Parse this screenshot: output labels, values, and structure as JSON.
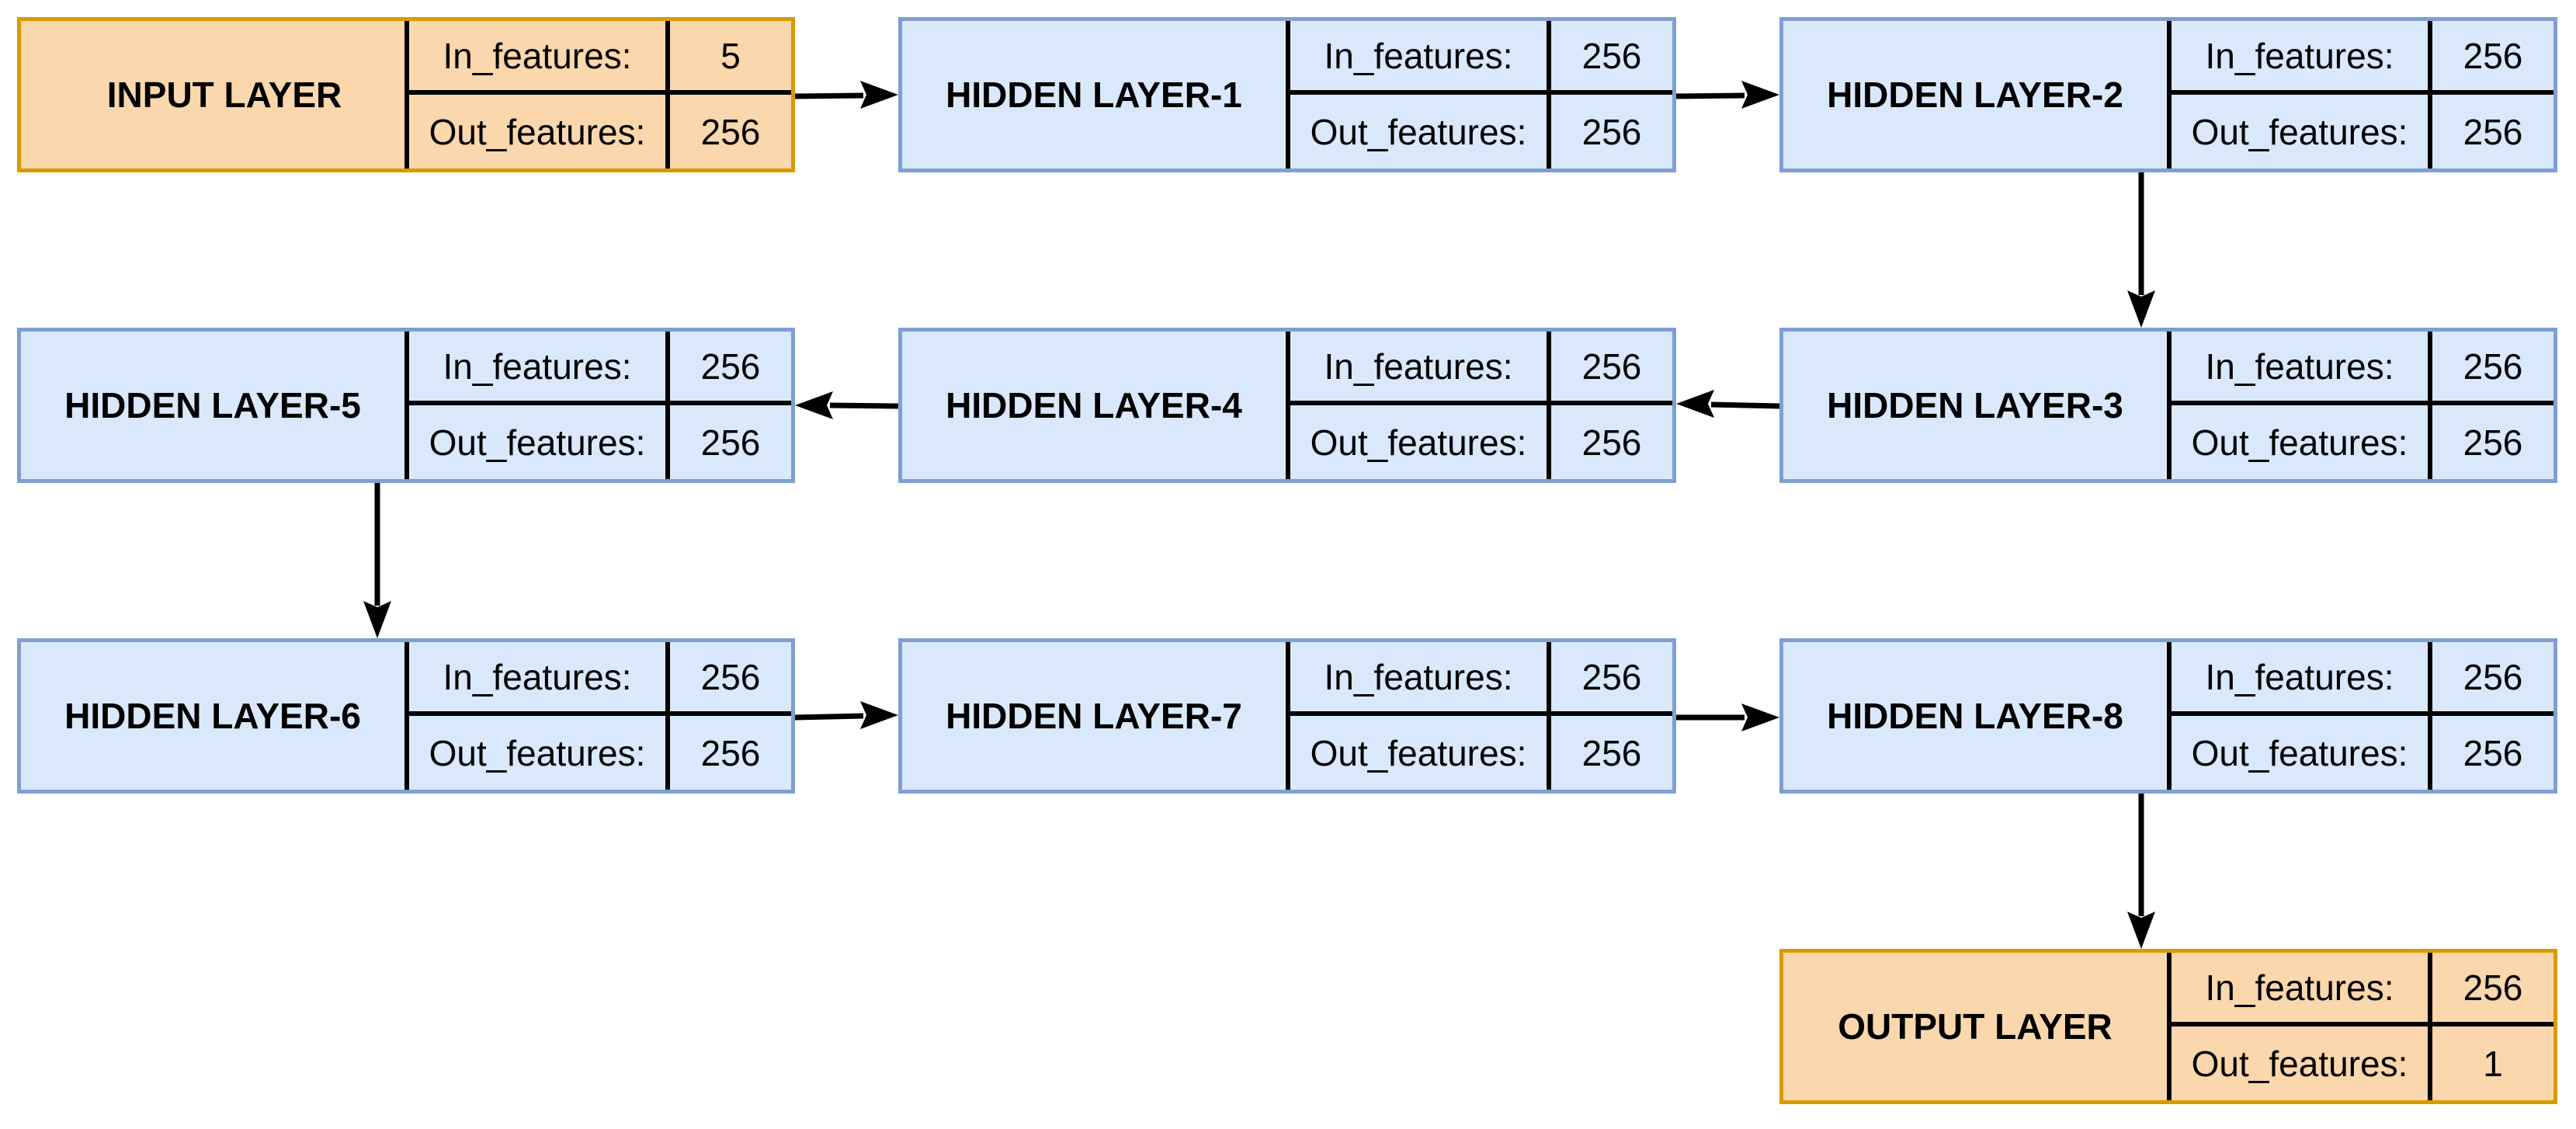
{
  "diagram": {
    "layers": [
      {
        "id": "input",
        "kind": "input",
        "name": "INPUT LAYER",
        "in_label": "In_features:",
        "in_value": "5",
        "out_label": "Out_features:",
        "out_value": "256"
      },
      {
        "id": "hidden-1",
        "kind": "hidden",
        "name": "HIDDEN LAYER-1",
        "in_label": "In_features:",
        "in_value": "256",
        "out_label": "Out_features:",
        "out_value": "256"
      },
      {
        "id": "hidden-2",
        "kind": "hidden",
        "name": "HIDDEN LAYER-2",
        "in_label": "In_features:",
        "in_value": "256",
        "out_label": "Out_features:",
        "out_value": "256"
      },
      {
        "id": "hidden-3",
        "kind": "hidden",
        "name": "HIDDEN LAYER-3",
        "in_label": "In_features:",
        "in_value": "256",
        "out_label": "Out_features:",
        "out_value": "256"
      },
      {
        "id": "hidden-4",
        "kind": "hidden",
        "name": "HIDDEN LAYER-4",
        "in_label": "In_features:",
        "in_value": "256",
        "out_label": "Out_features:",
        "out_value": "256"
      },
      {
        "id": "hidden-5",
        "kind": "hidden",
        "name": "HIDDEN LAYER-5",
        "in_label": "In_features:",
        "in_value": "256",
        "out_label": "Out_features:",
        "out_value": "256"
      },
      {
        "id": "hidden-6",
        "kind": "hidden",
        "name": "HIDDEN LAYER-6",
        "in_label": "In_features:",
        "in_value": "256",
        "out_label": "Out_features:",
        "out_value": "256"
      },
      {
        "id": "hidden-7",
        "kind": "hidden",
        "name": "HIDDEN LAYER-7",
        "in_label": "In_features:",
        "in_value": "256",
        "out_label": "Out_features:",
        "out_value": "256"
      },
      {
        "id": "hidden-8",
        "kind": "hidden",
        "name": "HIDDEN LAYER-8",
        "in_label": "In_features:",
        "in_value": "256",
        "out_label": "Out_features:",
        "out_value": "256"
      },
      {
        "id": "output",
        "kind": "output",
        "name": "OUTPUT LAYER",
        "in_label": "In_features:",
        "in_value": "256",
        "out_label": "Out_features:",
        "out_value": "1"
      }
    ],
    "edges": [
      [
        "input",
        "hidden-1"
      ],
      [
        "hidden-1",
        "hidden-2"
      ],
      [
        "hidden-2",
        "hidden-3"
      ],
      [
        "hidden-3",
        "hidden-4"
      ],
      [
        "hidden-4",
        "hidden-5"
      ],
      [
        "hidden-5",
        "hidden-6"
      ],
      [
        "hidden-6",
        "hidden-7"
      ],
      [
        "hidden-7",
        "hidden-8"
      ],
      [
        "hidden-8",
        "output"
      ]
    ],
    "colors": {
      "io_fill": "#fad7ac",
      "io_border": "#d79b00",
      "hidden_fill": "#dae8fc",
      "hidden_border": "#7f9fd1",
      "arrow": "#000000"
    }
  }
}
